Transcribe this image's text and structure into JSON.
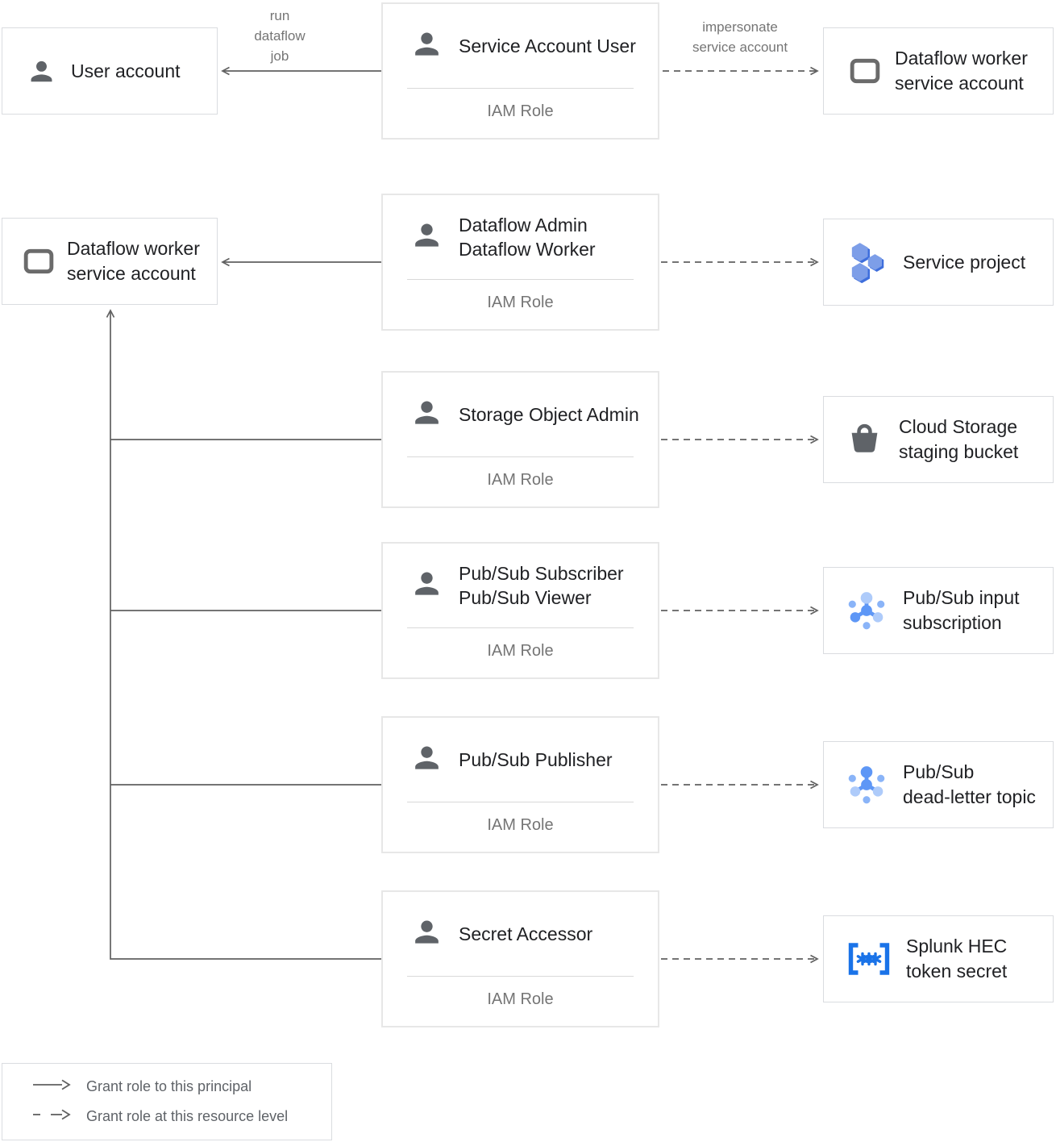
{
  "colors": {
    "line_gray": "#616161",
    "icon_gray": "#5f6368",
    "text_dark": "#202124",
    "text_gray": "#757575",
    "border_gray": "#dadce0",
    "blue_accent": "#4285f4",
    "blue_light": "#aecbfa",
    "blue_secret": "#1a73e8"
  },
  "edge_labels": {
    "run_dataflow_job": "run\ndataflow\njob",
    "impersonate_service_account": "impersonate\nservice account"
  },
  "principals": {
    "user_account": {
      "label": "User account",
      "icon": "person-icon"
    },
    "dataflow_worker_sa_right": {
      "label": "Dataflow worker\nservice account",
      "icon": "service-account-icon"
    },
    "dataflow_worker_sa_left": {
      "label": "Dataflow worker\nservice account",
      "icon": "service-account-icon"
    }
  },
  "iam_roles": [
    {
      "title": "Service Account User",
      "category": "IAM Role",
      "icon": "person-icon"
    },
    {
      "title": "Dataflow Admin\nDataflow Worker",
      "category": "IAM Role",
      "icon": "person-icon"
    },
    {
      "title": "Storage Object Admin",
      "category": "IAM Role",
      "icon": "person-icon"
    },
    {
      "title": "Pub/Sub Subscriber\nPub/Sub Viewer",
      "category": "IAM Role",
      "icon": "person-icon"
    },
    {
      "title": "Pub/Sub Publisher",
      "category": "IAM Role",
      "icon": "person-icon"
    },
    {
      "title": "Secret Accessor",
      "category": "IAM Role",
      "icon": "person-icon"
    }
  ],
  "resources": [
    {
      "label": "Service project",
      "icon": "project-icon"
    },
    {
      "label": "Cloud Storage\nstaging bucket",
      "icon": "storage-bucket-icon"
    },
    {
      "label": "Pub/Sub input\nsubscription",
      "icon": "pubsub-icon"
    },
    {
      "label": "Pub/Sub\ndead-letter topic",
      "icon": "pubsub-icon"
    },
    {
      "label": "Splunk HEC\ntoken secret",
      "icon": "secret-icon"
    }
  ],
  "legend": {
    "items": [
      {
        "style": "solid",
        "label": "Grant role to this principal"
      },
      {
        "style": "dashed",
        "label": "Grant role at this resource level"
      }
    ]
  }
}
